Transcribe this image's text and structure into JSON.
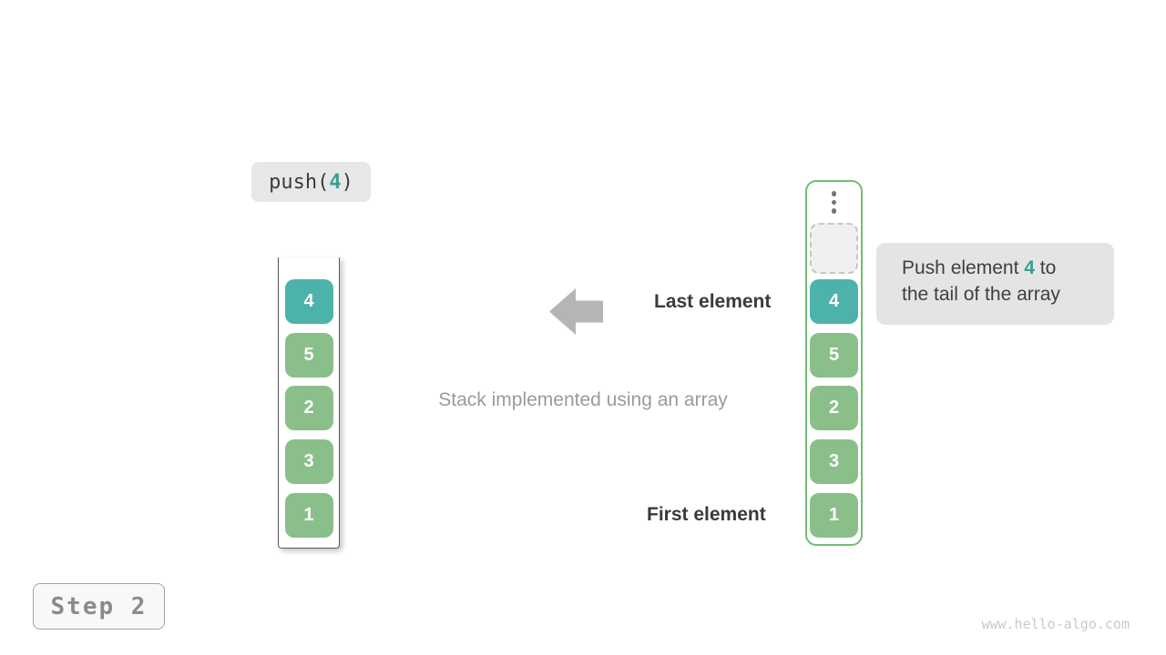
{
  "push_label": {
    "prefix": "push(",
    "arg": "4",
    "suffix": ")"
  },
  "left_stack": {
    "elements": [
      {
        "value": "4",
        "highlight": true
      },
      {
        "value": "5",
        "highlight": false
      },
      {
        "value": "2",
        "highlight": false
      },
      {
        "value": "3",
        "highlight": false
      },
      {
        "value": "1",
        "highlight": false
      }
    ]
  },
  "right_array": {
    "ellipsis_icon": "vertical-dots",
    "has_empty_slot": true,
    "elements": [
      {
        "value": "4",
        "highlight": true
      },
      {
        "value": "5",
        "highlight": false
      },
      {
        "value": "2",
        "highlight": false
      },
      {
        "value": "3",
        "highlight": false
      },
      {
        "value": "1",
        "highlight": false
      }
    ]
  },
  "labels": {
    "last_element": "Last element",
    "first_element": "First element",
    "caption": "Stack implemented using an array"
  },
  "tooltip": {
    "line1_before": "Push element ",
    "line1_value": "4",
    "line1_after": " to",
    "line2": "the tail of the array"
  },
  "step_badge": "Step 2",
  "watermark": "www.hello-algo.com",
  "colors": {
    "page_bg": "#ffffff",
    "teal": "#4db3aa",
    "teal_text": "#3b9e94",
    "green": "#8abf8a",
    "green_border": "#74bd74",
    "chip_bg": "#e7e7e7",
    "code_text": "#3c3c3c",
    "arrow_gray": "#b5b5b5",
    "label_dark": "#3a3a3a",
    "caption_gray": "#9b9b9b",
    "tooltip_bg": "#e4e4e4",
    "tooltip_text": "#3f3f3f",
    "badge_bg": "#f8f8f8",
    "badge_text": "#8a8a8a",
    "watermark_gray": "#c9c9c9"
  }
}
